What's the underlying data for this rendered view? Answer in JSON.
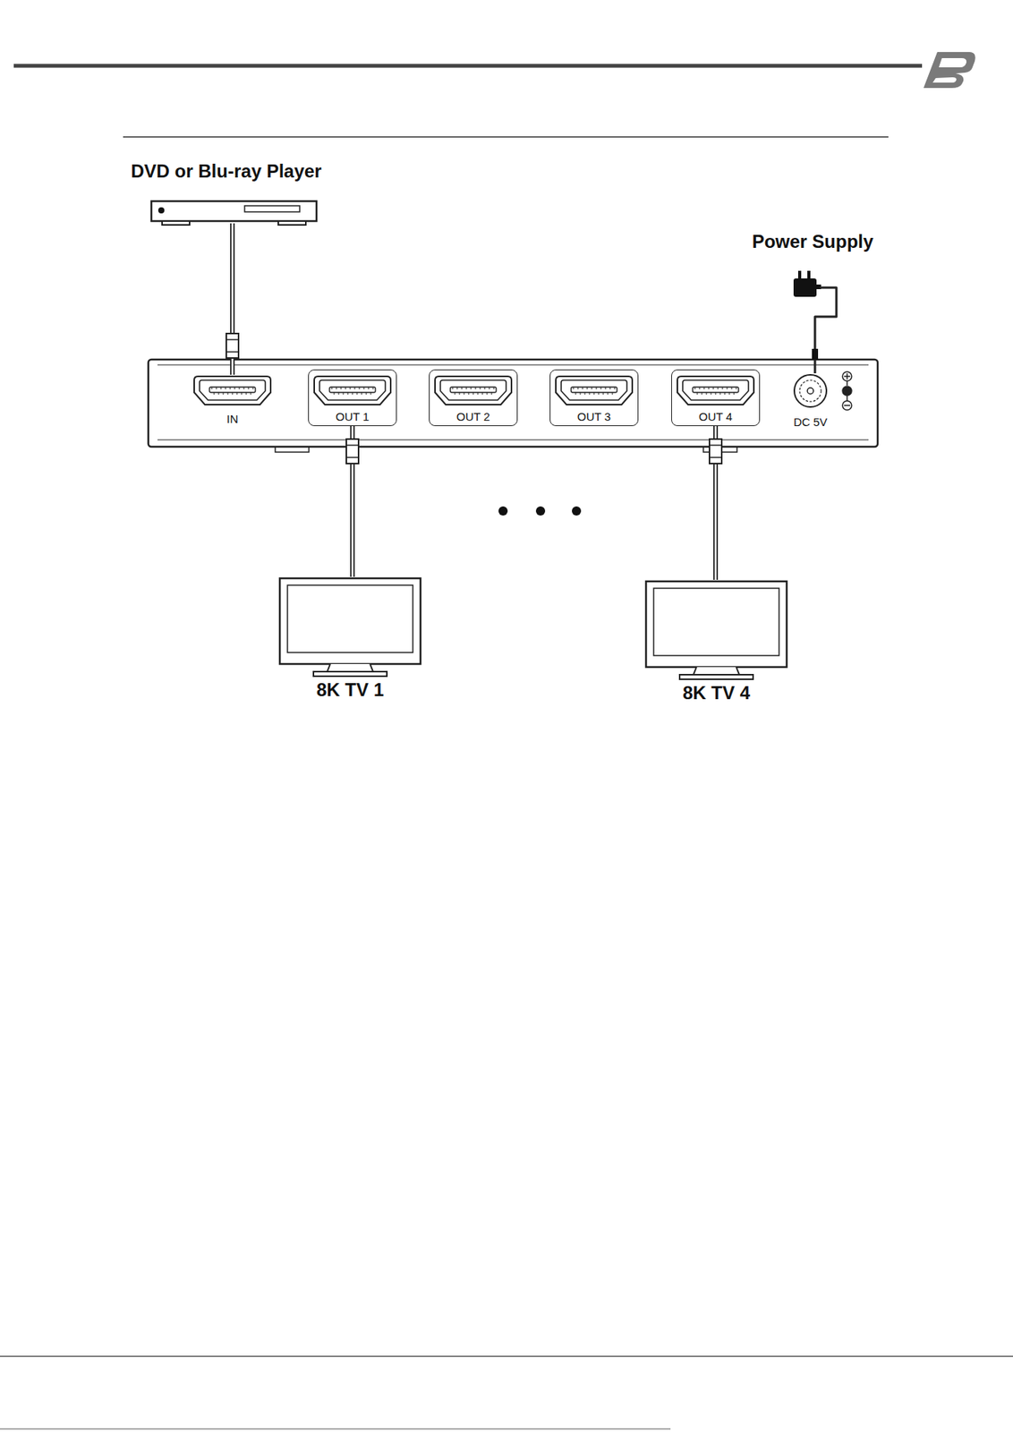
{
  "diagram": {
    "nodes": [
      {
        "text": [
          "DVD or Blu-ray Player"
        ]
      },
      {
        "text": [
          "Power Supply"
        ]
      },
      {
        "text": [
          "IN"
        ]
      },
      {
        "text": [
          "OUT 1"
        ]
      },
      {
        "text": [
          "OUT 2"
        ]
      },
      {
        "text": [
          "OUT 3"
        ]
      },
      {
        "text": [
          "OUT 4"
        ]
      },
      {
        "text": [
          "DC 5V"
        ]
      },
      {
        "text": [
          "8K TV 1"
        ]
      },
      {
        "text": [
          "8K TV 4"
        ]
      }
    ],
    "edges": [
      {
        "from": 0,
        "to": 2,
        "arrow": "none"
      },
      {
        "from": 1,
        "to": 7,
        "arrow": "none"
      },
      {
        "from": 3,
        "to": 8,
        "arrow": "none"
      },
      {
        "from": 6,
        "to": 9,
        "arrow": "none"
      }
    ]
  }
}
